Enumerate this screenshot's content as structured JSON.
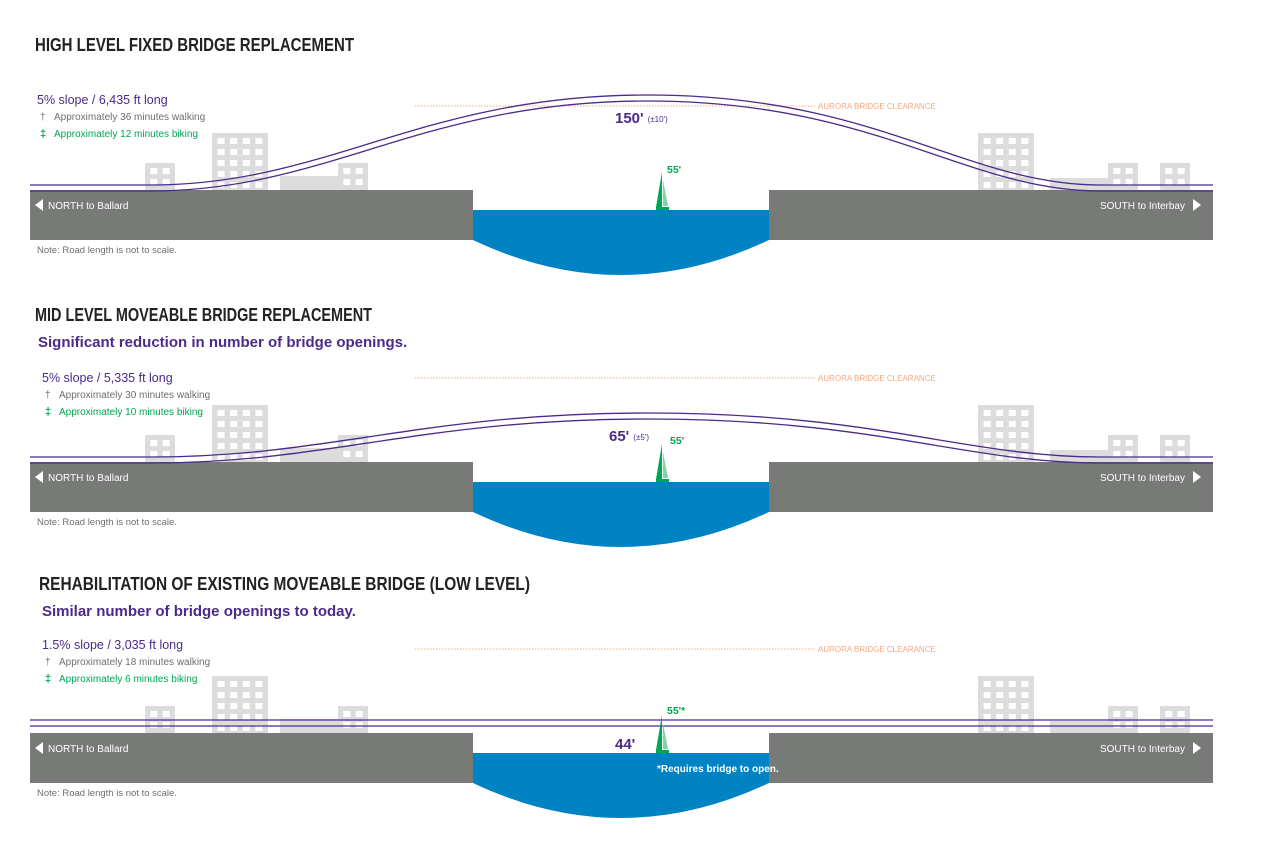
{
  "colors": {
    "purple": "#4b2a8a",
    "green": "#00a651",
    "gray_text": "#6d6e71",
    "road": "#777a77",
    "building": "#dcdcdc",
    "water": "#0083c3",
    "clearance": "#f4a97f"
  },
  "panels": [
    {
      "title": "HIGH LEVEL FIXED BRIDGE REPLACEMENT",
      "subtitle": "",
      "slope": "5% slope / 6,435 ft long",
      "walking": "Approximately 36 minutes walking",
      "biking": "Approximately 12 minutes biking",
      "clearance_label": "AURORA BRIDGE CLEARANCE",
      "height_label": "150'",
      "height_tolerance": "(±10')",
      "boat_label": "55'",
      "north_label": "NORTH to Ballard",
      "south_label": "SOUTH to Interbay",
      "note": "Note: Road length is not to scale.",
      "footnote": "",
      "bridge_shape": "high-arch"
    },
    {
      "title": "MID LEVEL MOVEABLE BRIDGE REPLACEMENT",
      "subtitle": "Significant reduction in number of bridge openings.",
      "slope": "5% slope / 5,335 ft long",
      "walking": "Approximately 30 minutes walking",
      "biking": "Approximately 10 minutes biking",
      "clearance_label": "AURORA BRIDGE CLEARANCE",
      "height_label": "65'",
      "height_tolerance": "(±5')",
      "boat_label": "55'",
      "north_label": "NORTH to Ballard",
      "south_label": "SOUTH to Interbay",
      "note": "Note: Road length is not to scale.",
      "footnote": "",
      "bridge_shape": "mid-arch"
    },
    {
      "title": "REHABILITATION OF EXISTING MOVEABLE BRIDGE (LOW LEVEL)",
      "subtitle": "Similar number of bridge openings to today.",
      "slope": "1.5% slope / 3,035 ft long",
      "walking": "Approximately 18 minutes walking",
      "biking": "Approximately 6 minutes biking",
      "clearance_label": "AURORA BRIDGE CLEARANCE",
      "height_label": "44'",
      "height_tolerance": "",
      "boat_label": "55'*",
      "north_label": "NORTH to Ballard",
      "south_label": "SOUTH to Interbay",
      "note": "Note: Road length is not to scale.",
      "footnote": "*Requires bridge to open.",
      "bridge_shape": "flat"
    }
  ]
}
